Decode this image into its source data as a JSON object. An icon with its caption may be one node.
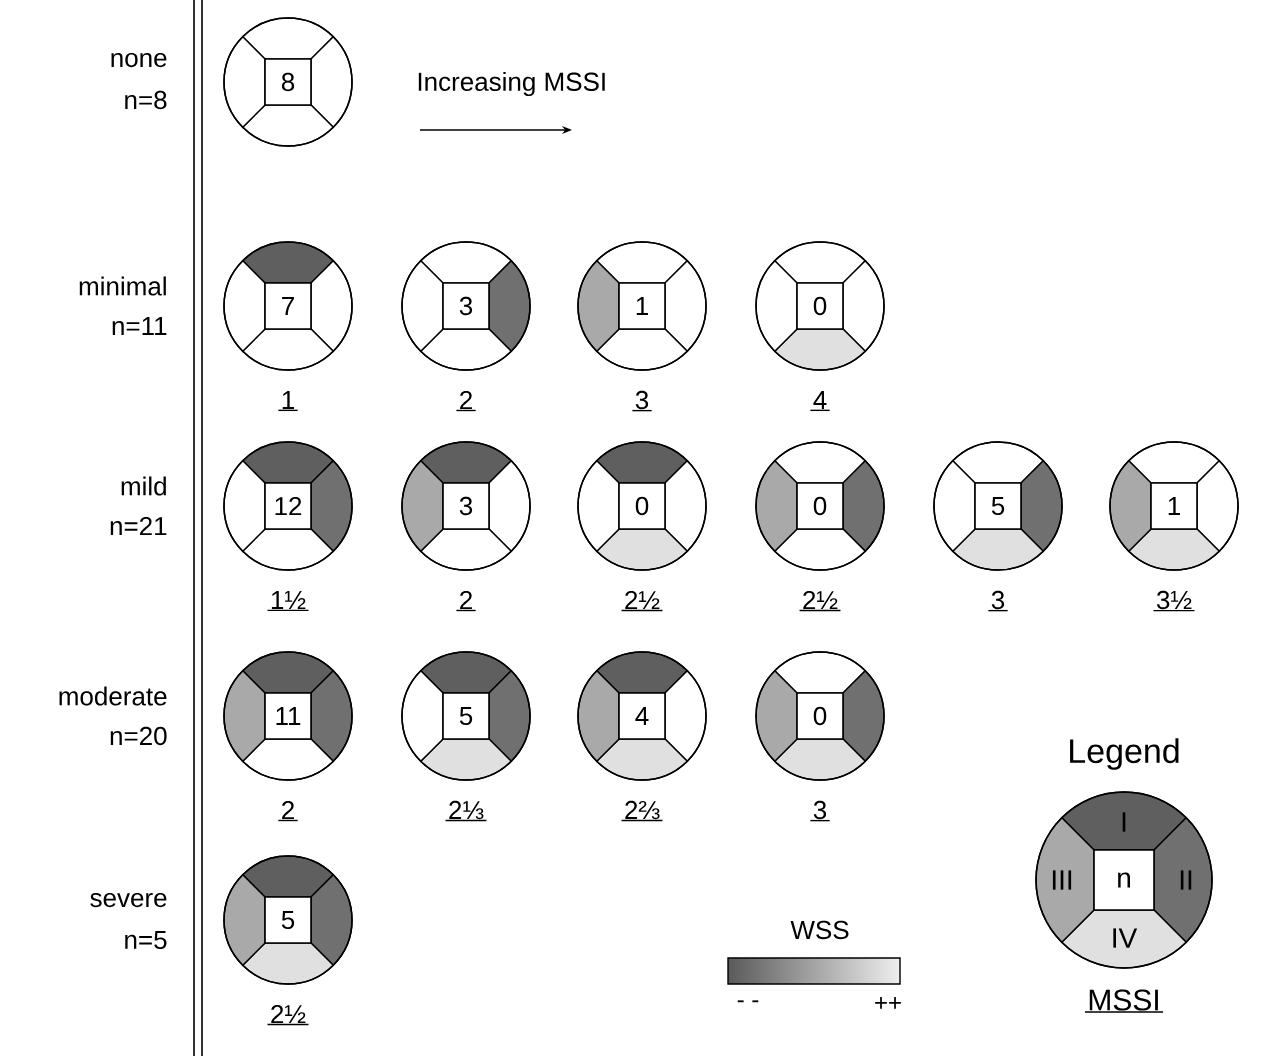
{
  "diagram": {
    "nodes": [
      {
        "text": [
          "8"
        ]
      },
      {
        "text": [
          "7"
        ],
        "beside": [
          "1"
        ]
      },
      {
        "text": [
          "3"
        ],
        "beside": [
          "2"
        ]
      },
      {
        "text": [
          "1"
        ],
        "beside": [
          "3"
        ]
      },
      {
        "text": [
          "0"
        ],
        "beside": [
          "4"
        ]
      },
      {
        "text": [
          "12"
        ],
        "beside": [
          "1½"
        ]
      },
      {
        "text": [
          "3"
        ],
        "beside": [
          "2"
        ]
      },
      {
        "text": [
          "0"
        ],
        "beside": [
          "2½"
        ]
      },
      {
        "text": [
          "0"
        ],
        "beside": [
          "2½"
        ]
      },
      {
        "text": [
          "5"
        ],
        "beside": [
          "3"
        ]
      },
      {
        "text": [
          "1"
        ],
        "beside": [
          "3½"
        ]
      },
      {
        "text": [
          "11"
        ],
        "beside": [
          "2"
        ]
      },
      {
        "text": [
          "5"
        ],
        "beside": [
          "2⅓"
        ]
      },
      {
        "text": [
          "4"
        ],
        "beside": [
          "2⅔"
        ]
      },
      {
        "text": [
          "0"
        ],
        "beside": [
          "3"
        ]
      },
      {
        "text": [
          "5"
        ],
        "beside": [
          "2½"
        ]
      },
      {
        "text": [
          "I",
          "III",
          "n",
          "II",
          "IV"
        ],
        "beside": [
          "MSSI"
        ]
      }
    ],
    "labels": [
      "none",
      "n=8",
      "Increasing MSSI",
      "minimal",
      "n=11",
      "mild",
      "n=21",
      "moderate",
      "n=20",
      "Legend",
      "severe",
      "n=5",
      "WSS",
      "- -",
      "++"
    ]
  }
}
